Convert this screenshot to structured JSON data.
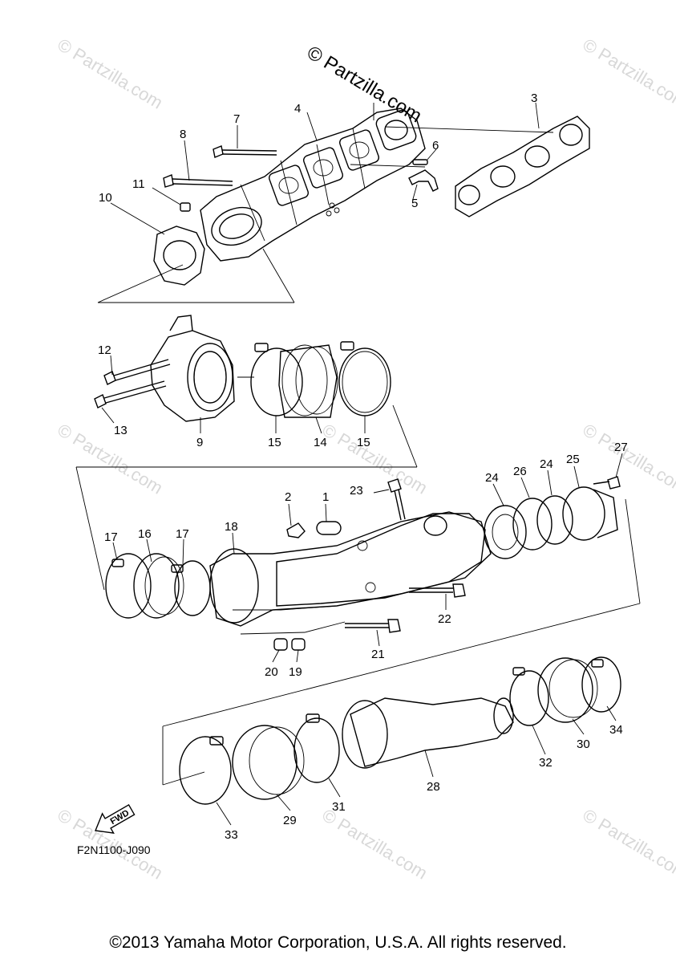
{
  "watermark": {
    "main": "© Partzilla.com",
    "faint": "© Partzilla.com"
  },
  "callouts": [
    "1",
    "2",
    "3",
    "4",
    "5",
    "6",
    "7",
    "8",
    "9",
    "10",
    "11",
    "12",
    "13",
    "14",
    "15",
    "15",
    "16",
    "17",
    "17",
    "18",
    "19",
    "20",
    "21",
    "22",
    "23",
    "24",
    "24",
    "25",
    "26",
    "27",
    "28",
    "29",
    "30",
    "31",
    "32",
    "33",
    "34"
  ],
  "fwd_label": "FWD",
  "diagram_code": "F2N1100-J090",
  "copyright": "©2013 Yamaha Motor Corporation, U.S.A. All rights reserved."
}
